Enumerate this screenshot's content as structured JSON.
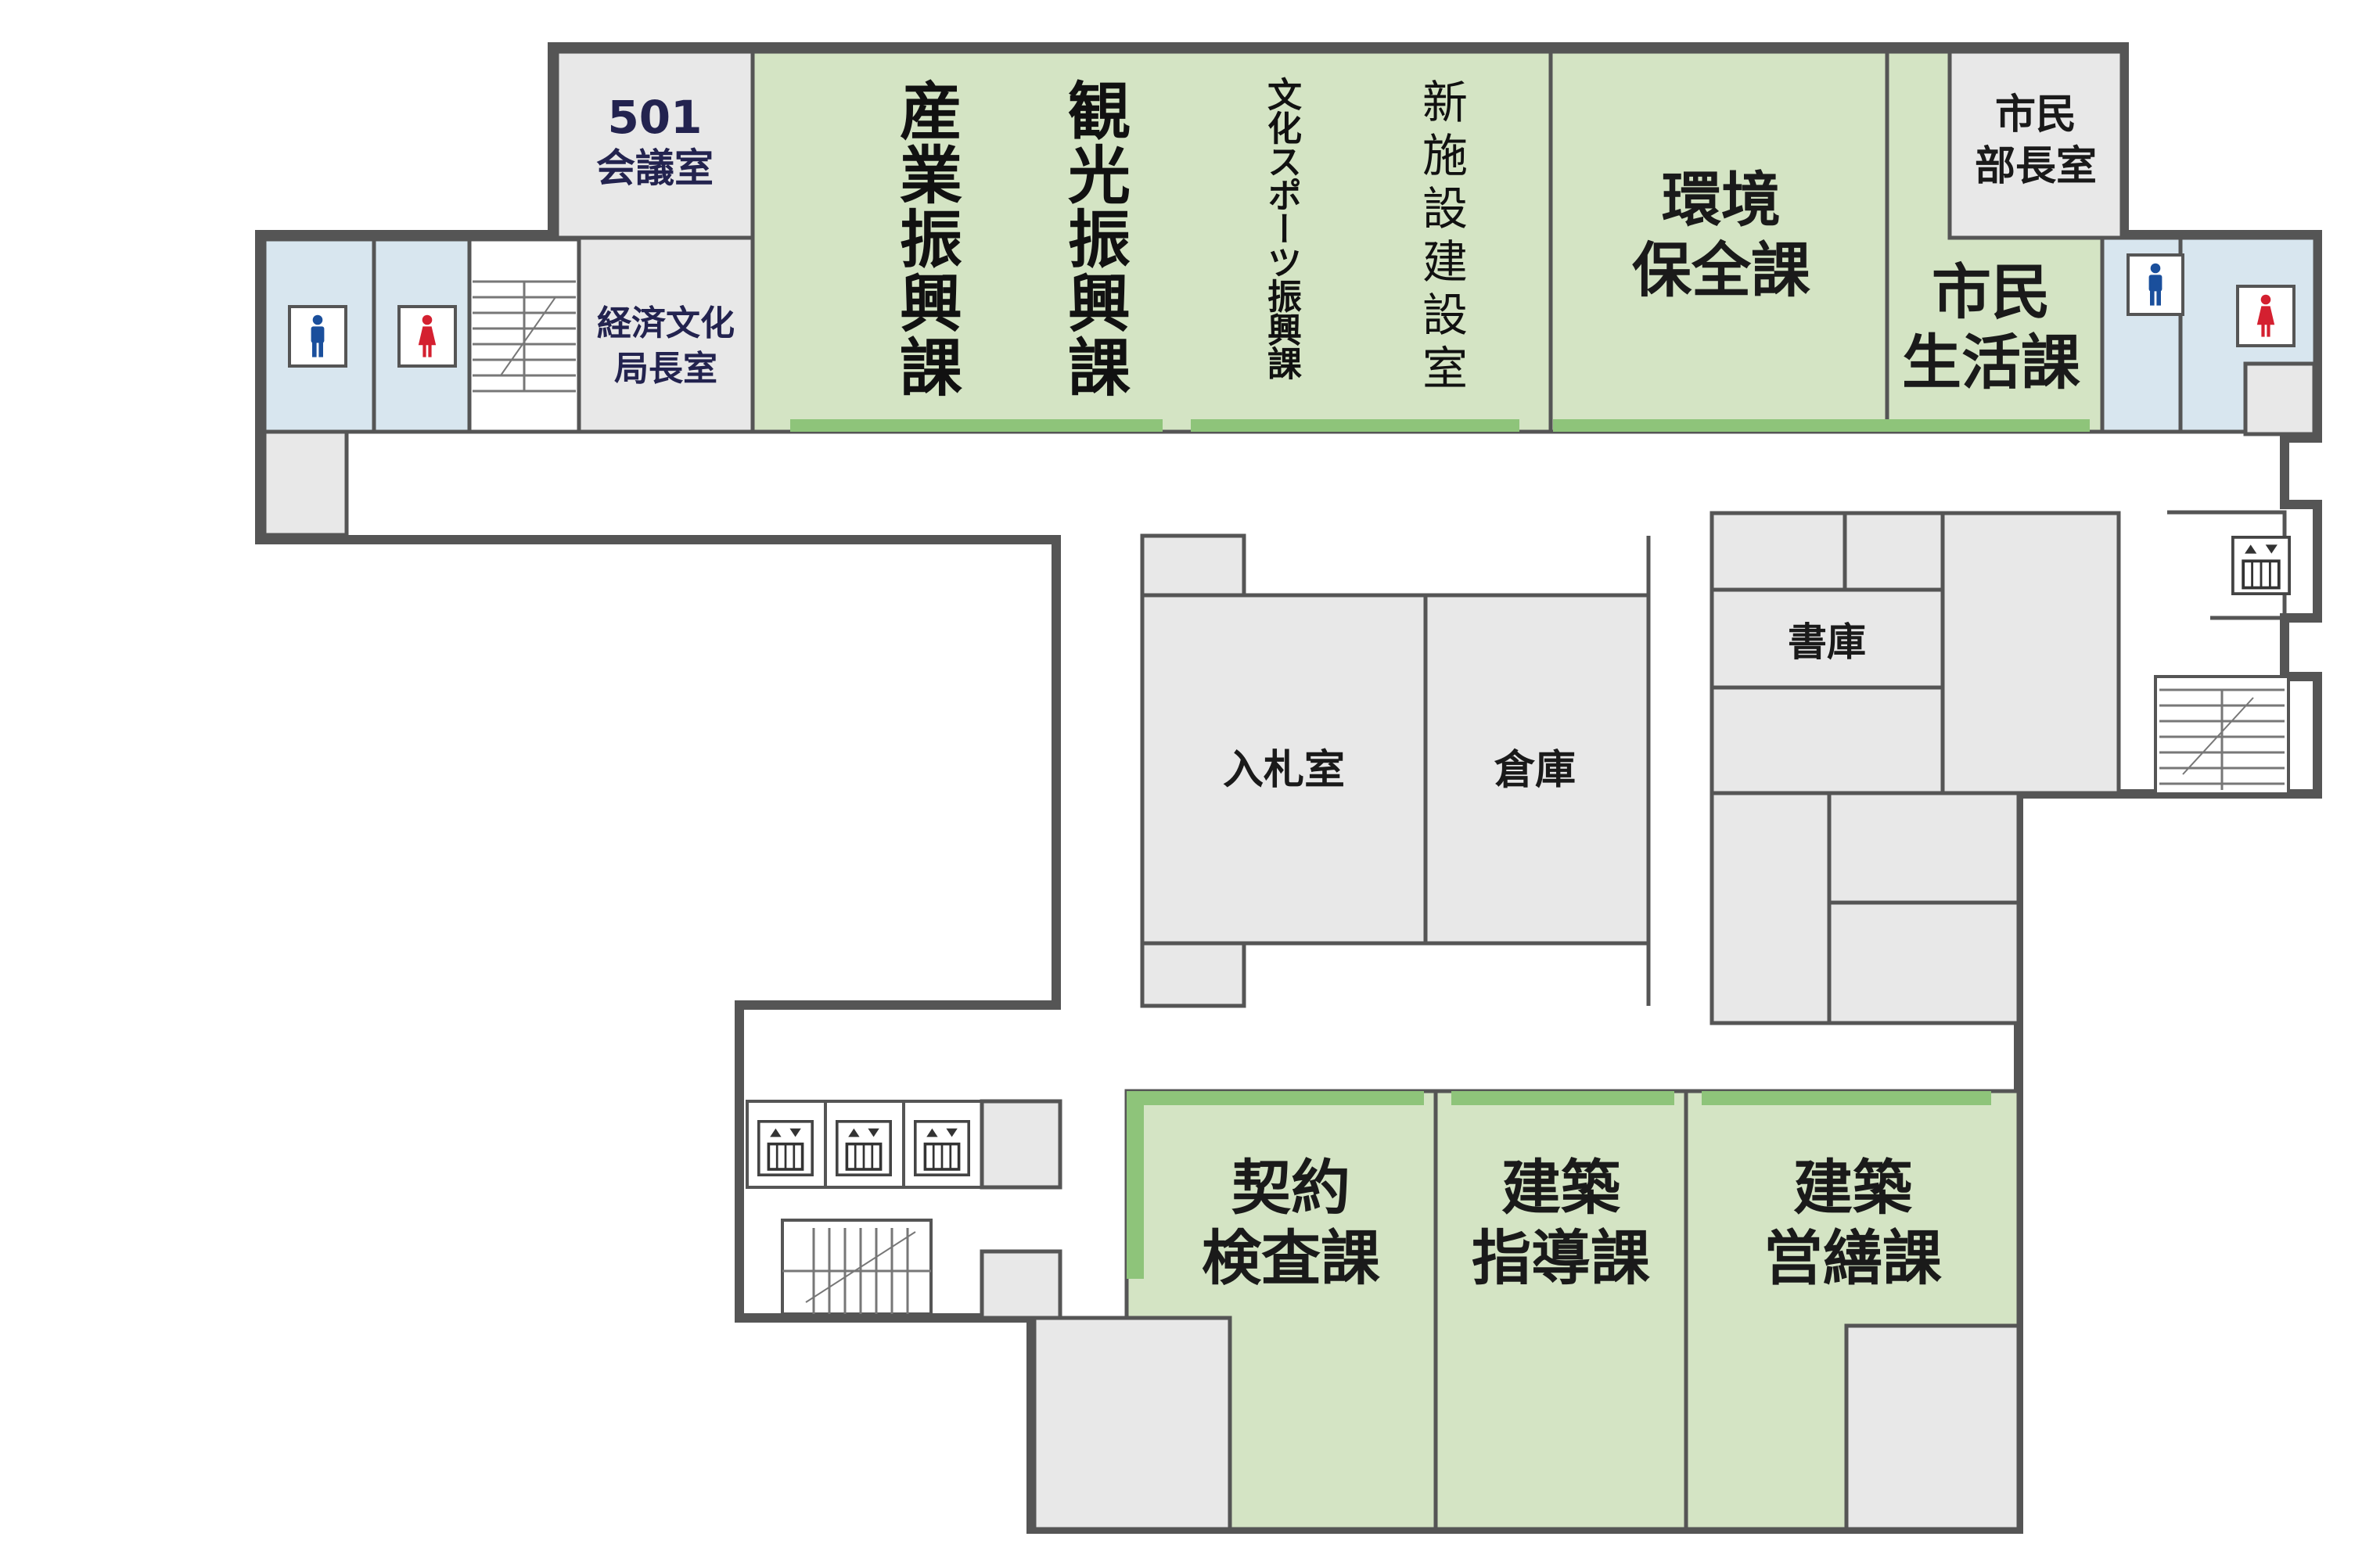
{
  "rooms": {
    "meeting_501": {
      "line1": "501",
      "line2": "会議室"
    },
    "econ_director": {
      "line1": "経済文化",
      "line2": "局長室"
    },
    "industry": {
      "label": "産業振興課"
    },
    "tourism": {
      "label": "観光振興課"
    },
    "culture_sports": {
      "label": "文化スポーツ振興課"
    },
    "new_facility": {
      "label": "新施設建設室"
    },
    "environment": {
      "line1": "環境",
      "line2": "保全課"
    },
    "citizen_director": {
      "line1": "市民",
      "line2": "部長室"
    },
    "citizen_life": {
      "line1": "市民",
      "line2": "生活課"
    },
    "library": {
      "label": "書庫"
    },
    "bidding": {
      "label": "入札室"
    },
    "storage": {
      "label": "倉庫"
    },
    "contract": {
      "line1": "契約",
      "line2": "検査課"
    },
    "architecture_guidance": {
      "line1": "建築",
      "line2": "指導課"
    },
    "architecture_repair": {
      "line1": "建築",
      "line2": "営繕課"
    }
  },
  "icons": [
    "mens-restroom-icon",
    "womens-restroom-icon",
    "elevator-icon",
    "stairs-icon"
  ],
  "colors": {
    "department": "#d4e4c4",
    "department_accent": "#8ec47a",
    "room": "#e8e8e8",
    "restroom": "#d8e6ef",
    "wall": "#555555",
    "mens": "#1a4f9c",
    "womens": "#d42030"
  }
}
